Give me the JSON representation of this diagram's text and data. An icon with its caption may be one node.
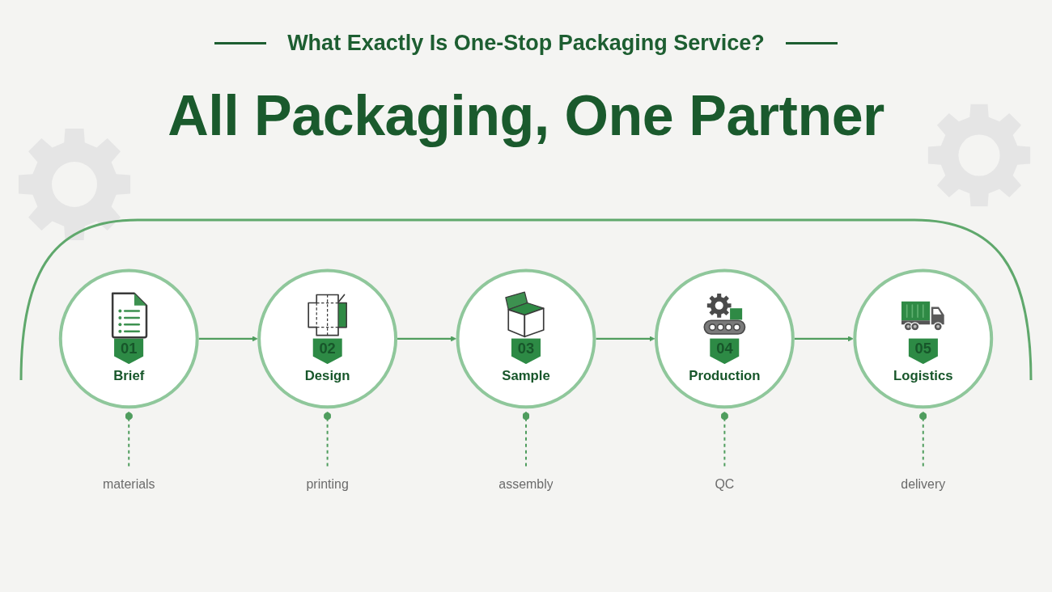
{
  "diagram": {
    "title": "All Packaging, One Partner",
    "nodes": [
      {
        "text": [
          "01",
          "Brief"
        ]
      },
      {
        "text": [
          "02",
          "Design"
        ]
      },
      {
        "text": [
          "03",
          "Sample"
        ]
      },
      {
        "text": [
          "04",
          "Production"
        ]
      },
      {
        "text": [
          "05",
          "Logistics"
        ]
      },
      {
        "text": [
          "materials"
        ]
      },
      {
        "text": [
          "printing"
        ]
      },
      {
        "text": [
          "assembly"
        ]
      },
      {
        "text": [
          "QC"
        ]
      },
      {
        "text": [
          "delivery"
        ]
      }
    ],
    "edges": [
      {
        "from": 0,
        "to": 1,
        "arrow": "to"
      },
      {
        "from": 1,
        "to": 2,
        "arrow": "to"
      },
      {
        "from": 2,
        "to": 3,
        "arrow": "to"
      },
      {
        "from": 3,
        "to": 4,
        "arrow": "to"
      },
      {
        "from": 5,
        "to": 0,
        "arrow": "other",
        "style": "dashed"
      },
      {
        "from": 6,
        "to": 1,
        "arrow": "other",
        "style": "dashed"
      },
      {
        "from": 7,
        "to": 2,
        "arrow": "other",
        "style": "dashed"
      },
      {
        "from": 8,
        "to": 3,
        "arrow": "other",
        "style": "dashed"
      },
      {
        "from": 9,
        "to": 4,
        "arrow": "other",
        "style": "dashed"
      }
    ],
    "labels": [
      "What Exactly Is One-Stop Packaging Service?"
    ]
  }
}
